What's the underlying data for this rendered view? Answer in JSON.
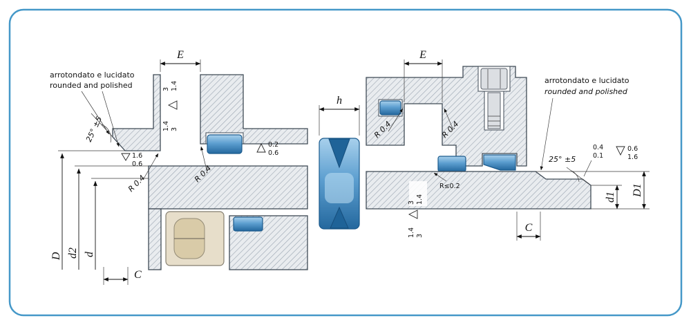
{
  "colors": {
    "frame": "#4598c8",
    "hatch_fill": "#e9ecef",
    "hatch_line": "#9aa5b1",
    "outline": "#3f4a55",
    "seal_blue_dark": "#24689e",
    "seal_blue_light": "#a8d0ec",
    "bearing_beige": "#e7deca"
  },
  "drawing": {
    "left": {
      "note_line1": "arrotondato e lucidato",
      "note_line2": "rounded and polished",
      "angle": "25° ±5",
      "dim_groove_width": "E",
      "dim_chamfer_length": "C",
      "dim_outer": "D",
      "dim_groove": "d2",
      "dim_inner": "d",
      "radius_a": "R 0.4",
      "radius_b": "R 0.4",
      "finish_wall_a_top": "3",
      "finish_wall_a_bottom": "1.4",
      "finish_wall_b_top": "1.4",
      "finish_wall_b_bottom": "3",
      "finish_bore_top": "0.2",
      "finish_bore_bottom": "0.6",
      "finish_chamfer_top": "1.6",
      "finish_chamfer_bottom": "0.6"
    },
    "seal": {
      "dim_height": "h"
    },
    "right": {
      "note_line1": "arrotondato e lucidato",
      "note_line2": "rounded and polished",
      "angle": "25° ±5",
      "dim_groove_width": "E",
      "dim_chamfer_length": "C",
      "dim_rod": "d1",
      "dim_bore": "D1",
      "radius_a": "R 0.4",
      "radius_b": "R 0.4",
      "radius_shaft": "R≤0.2",
      "finish_wall_a_top": "3",
      "finish_wall_a_bottom": "1.4",
      "finish_wall_b_top": "1.4",
      "finish_wall_b_bottom": "3",
      "finish_chamfer_top": "0.4",
      "finish_chamfer_bottom": "0.1",
      "finish_shaft_top": "0.6",
      "finish_shaft_bottom": "1.6"
    }
  }
}
